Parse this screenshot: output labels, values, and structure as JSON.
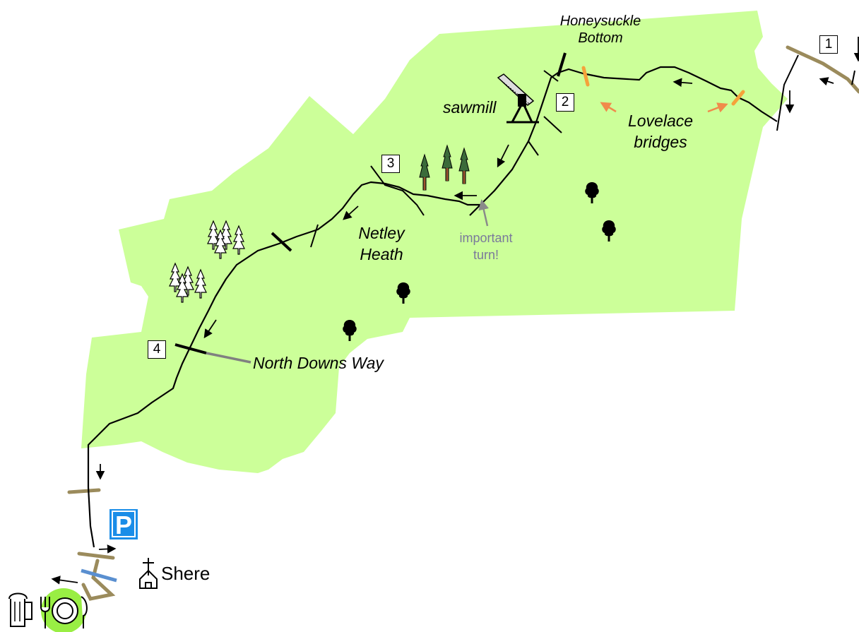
{
  "places": {
    "honeysuckle_line1": "Honeysuckle",
    "honeysuckle_line2": "Bottom",
    "sawmill": "sawmill",
    "lovelace_line1": "Lovelace",
    "lovelace_line2": "bridges",
    "netley_line1": "Netley",
    "netley_line2": "Heath",
    "turn_line1": "important",
    "turn_line2": "turn!",
    "north_downs": "North Downs Way",
    "shere": "Shere"
  },
  "waypoints": [
    "1",
    "2",
    "3",
    "4"
  ],
  "icons": {
    "parking": "P",
    "parking_icon": "parking-icon",
    "church_icon": "church-icon",
    "pub_icon": "pub-icon",
    "sawmill_icon": "sawmill-icon",
    "conifer_icon": "conifer-tree-icon",
    "deciduous_icon": "deciduous-tree-icon"
  },
  "colors": {
    "woodland": "#ccff99",
    "route": "#000000",
    "road": "#9b8b5c",
    "bridge": "#f5a23a",
    "annotation_arrow": "#f08a4b",
    "turn_text": "#7a7a9a",
    "water": "#5a8fd0",
    "pub_highlight": "#99ee44"
  }
}
